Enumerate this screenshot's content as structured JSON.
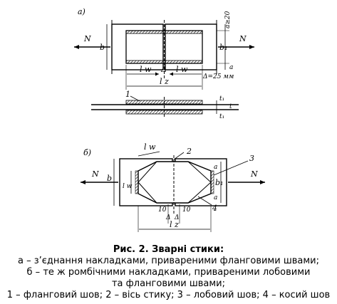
{
  "figure_a": {
    "part_label": "а)",
    "force_left": "N",
    "force_right": "N",
    "dim_b": "b",
    "dim_b1": "b₁",
    "dim_a_top": "a≥20",
    "dim_a_bottom": "a",
    "dim_lw_left": "l w",
    "dim_lw_right": "l w",
    "dim_delta": "Δ",
    "delta_value": "Δ=25 мм",
    "dim_lz": "l z",
    "callout_1": "1",
    "dim_t1_top": "t₁",
    "dim_t": "t",
    "dim_t1_bottom": "t₁"
  },
  "figure_b": {
    "part_label": "б)",
    "force_left": "N",
    "force_right": "N",
    "dim_b": "b",
    "dim_b1": "b₁",
    "dim_lw": "l w",
    "dim_lw_vertical": "l w",
    "dim_a_top": "a",
    "dim_a_bottom": "a",
    "callout_2": "2",
    "callout_3": "3",
    "callout_4": "4",
    "dim_10_left": "10",
    "dim_10_right": "10",
    "dim_delta_left": "Δ",
    "dim_delta_right": "Δ",
    "dim_lz": "l z"
  },
  "caption": {
    "title": "Рис. 2. Зварні стики:",
    "line_a": "а – з’єднання накладками, привареними фланговими швами;",
    "line_b1": "б – те ж ромбічними накладками, привареними лобовими",
    "line_b2": "та фланговими швами;",
    "legend": "1 – фланговий шов; 2 – вісь стику; 3 – лобовий шов; 4 – косий шов"
  }
}
